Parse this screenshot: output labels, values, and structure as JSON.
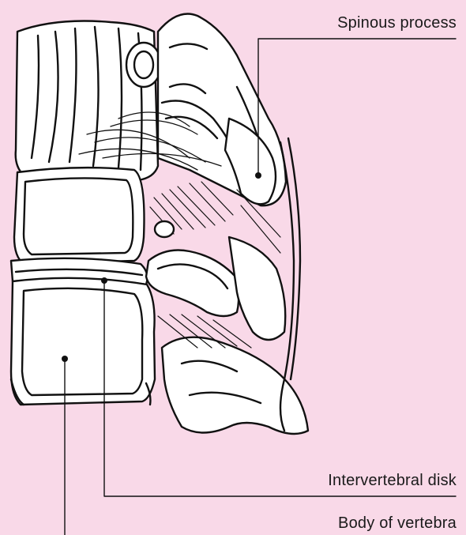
{
  "labels": {
    "spinous": "Spinous process",
    "disk": "Intervertebral disk",
    "body": "Body of vertebra"
  },
  "colors": {
    "background": "#f9d9e8",
    "bone_fill": "#ffffff",
    "ink": "#111111"
  }
}
